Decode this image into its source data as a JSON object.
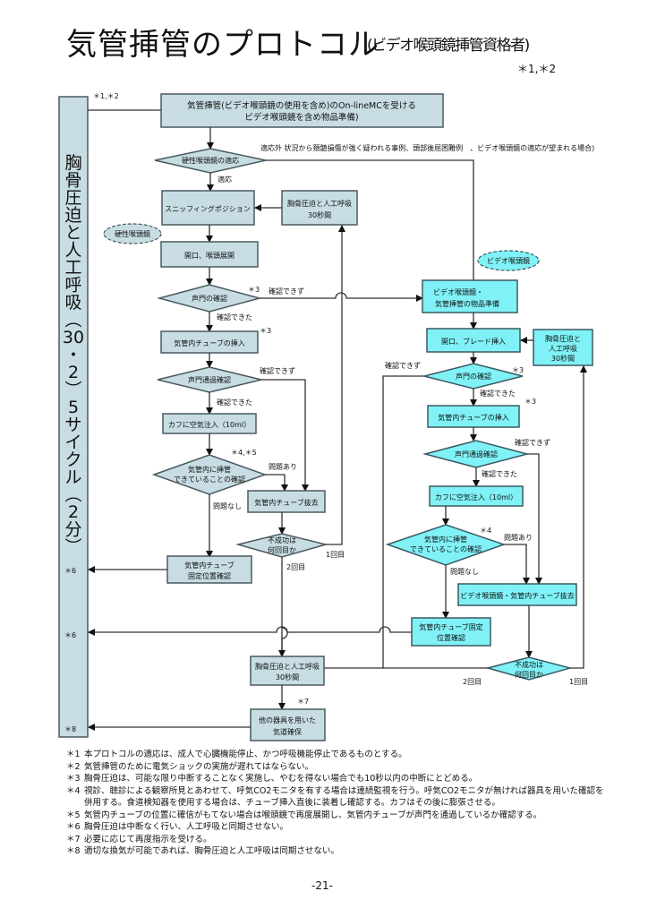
{
  "header": {
    "title": "気管挿管のプロトコル",
    "subtitle": "(ビデオ喉頭鏡挿管資格者)",
    "notes": "＊1,＊2"
  },
  "colors": {
    "gray_box": "#c7dde3",
    "cyan_box": "#80f2f7",
    "line": "#333333"
  },
  "sidebar": {
    "label_chars": [
      "胸",
      "骨",
      "圧",
      "迫",
      "と",
      "人",
      "工",
      "呼",
      "吸",
      "︵",
      "30",
      "・",
      "2",
      "︶",
      "5",
      "サ",
      "イ",
      "ク",
      "ル",
      "︵",
      "2",
      "分",
      "︶"
    ],
    "markers": [
      "＊6",
      "＊6",
      "＊8"
    ],
    "top_note": "＊1,＊2"
  },
  "flow": {
    "start": [
      "気管挿管(ビデオ喉頭鏡の使用を含め)のOn-lineMCを受ける",
      "ビデオ喉頭鏡を含め物品準備)"
    ],
    "indication_decision": "硬性喉頭鏡の適応",
    "indication_yes": "適応",
    "indication_no": "適応外 状況から頚髄損傷が強く疑われる事例、頭部後屈困難例　、ビデオ喉頭鏡の適応が望まれる場合)",
    "rigid": {
      "tag": "硬性喉頭鏡",
      "sniffing": "スニッフィングポジション",
      "cpr30": [
        "胸骨圧迫と人工呼吸",
        "30秒間"
      ],
      "open": "開口、喉頭展開",
      "glottis_check": "声門の確認",
      "glottis_note": "＊3",
      "glottis_no": "確認できず",
      "glottis_yes": "確認できた",
      "insert": "気管内チューブの挿入",
      "insert_note": "＊3",
      "pass_check": "声門通過確認",
      "pass_no": "確認できず",
      "pass_yes": "確認できた",
      "cuff": "カフに空気注入（10ml）",
      "confirm": [
        "気管内に挿管",
        "できていることの確認"
      ],
      "confirm_note": "＊4,＊5",
      "problem_yes": "問題あり",
      "problem_no": "問題なし",
      "remove": "気管内チューブ抜去",
      "attempts": [
        "不成功は",
        "何回目か"
      ],
      "first": "1回目",
      "second": "2回目",
      "fix": [
        "気管内チューブ",
        "固定位置確認"
      ]
    },
    "video": {
      "tag": "ビデオ喉頭鏡",
      "prepare": [
        "ビデオ喉頭鏡・",
        "気管挿管の物品準備"
      ],
      "blade": "開口、ブレード挿入",
      "cpr30": [
        "胸骨圧迫と",
        "人工呼吸",
        "30秒間"
      ],
      "glottis_check": "声門の確認",
      "glottis_note": "＊3",
      "glottis_no": "確認できず",
      "glottis_yes": "確認できた",
      "insert": "気管内チューブの挿入",
      "insert_note": "＊3",
      "pass_check": "声門通過確認",
      "pass_no": "確認できず",
      "pass_yes": "確認できた",
      "cuff": "カフに空気注入（10ml）",
      "confirm": [
        "気管内に挿管",
        "できていることの確認"
      ],
      "confirm_note": "＊4",
      "problem_yes": "問題あり",
      "problem_no": "問題なし",
      "remove": "ビデオ喉頭鏡・気管内チューブ抜去",
      "fix": [
        "気管内チューブ固定",
        "位置確認"
      ],
      "attempts": [
        "不成功は",
        "何回目か"
      ],
      "first": "1回目",
      "second": "2回目"
    },
    "final_cpr": [
      "胸骨圧迫と人工呼吸",
      "30秒間"
    ],
    "final_note": "＊7",
    "other_device": [
      "他の器具を用いた",
      "気道確保"
    ]
  },
  "footnotes": [
    {
      "mark": "＊1",
      "lines": [
        "本プロトコルの適応は、成人で心臓機能停止、かつ呼吸機能停止であるものとする。"
      ]
    },
    {
      "mark": "＊2",
      "lines": [
        "気管挿管のために電気ショックの実施が遅れてはならない。"
      ]
    },
    {
      "mark": "＊3",
      "lines": [
        "胸骨圧迫は、可能な限り中断することなく実施し、やむを得ない場合でも10秒以内の中断にとどめる。"
      ]
    },
    {
      "mark": "＊4",
      "lines": [
        "視診、聴診による観察所見とあわせて、呼気CO2モニタを有する場合は連続監視を行う。呼気CO2モニタが無ければ器具を用いた確認を",
        "併用する。食道検知器を使用する場合は、チューブ挿入直後に装着し確認する。カフはその後に膨張させる。"
      ]
    },
    {
      "mark": "＊5",
      "lines": [
        "気管内チューブの位置に確信がもてない場合は喉頭鏡で再度展開し、気管内チューブが声門を通過しているか確認する。"
      ]
    },
    {
      "mark": "＊6",
      "lines": [
        "胸骨圧迫は中断なく行い、人工呼吸と同期させない。"
      ]
    },
    {
      "mark": "＊7",
      "lines": [
        "必要に応じて再度指示を受ける。"
      ]
    },
    {
      "mark": "＊8",
      "lines": [
        "適切な換気が可能であれば、胸骨圧迫と人工呼吸は同期させない。"
      ]
    }
  ],
  "page_number": "-21-"
}
